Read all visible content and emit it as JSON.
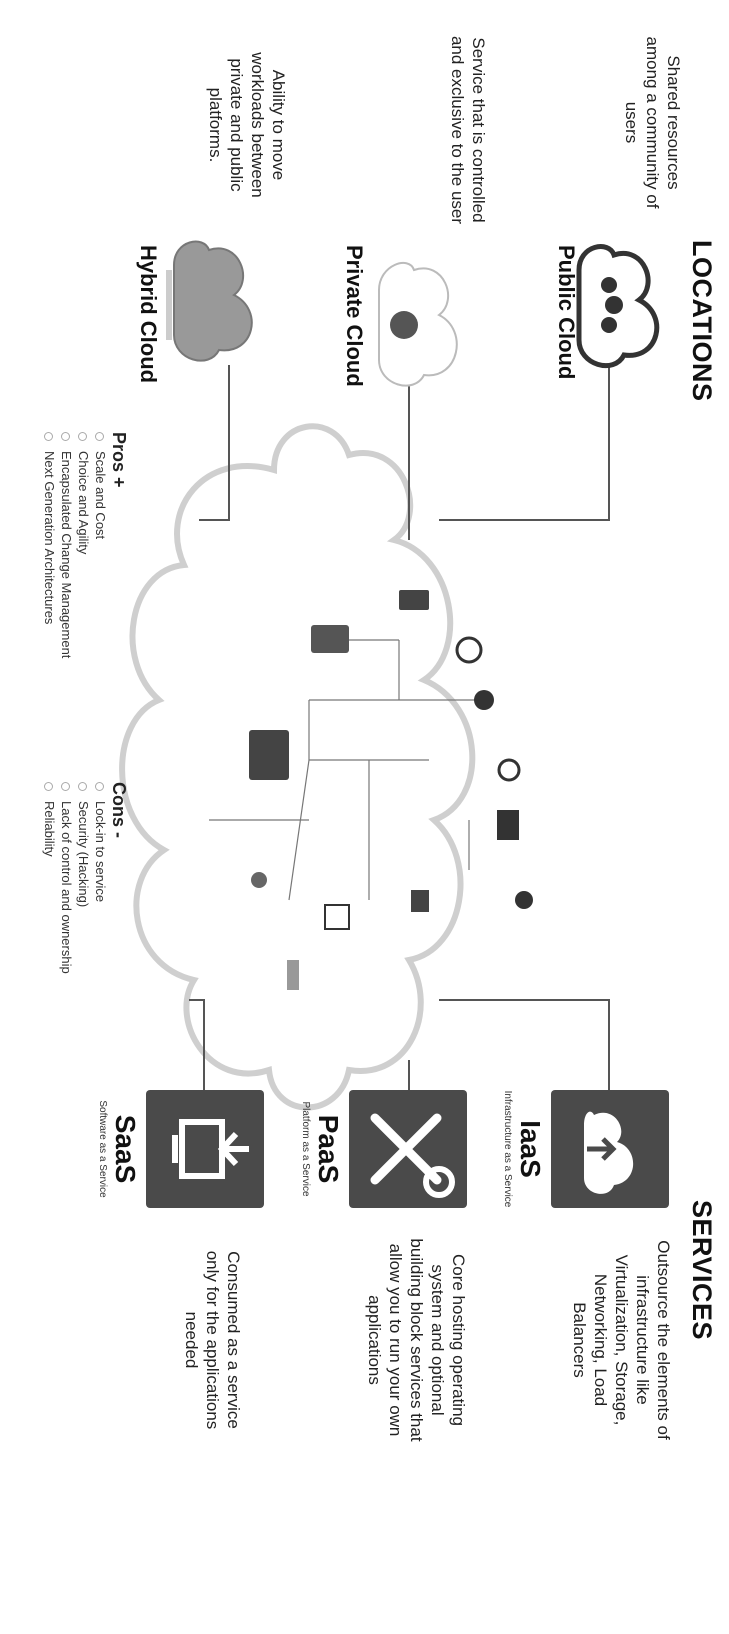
{
  "locations": {
    "heading": "LOCATIONS",
    "items": [
      {
        "title": "Public Cloud",
        "desc": "Shared resources among a community of users",
        "icon": "people-cloud-icon"
      },
      {
        "title": "Private Cloud",
        "desc": "Service that is controlled and exclusive to the user",
        "icon": "lock-cloud-icon"
      },
      {
        "title": "Hybrid Cloud",
        "desc": "Ability to move workloads between private and public platforms.",
        "icon": "hybrid-cloud-icon"
      }
    ]
  },
  "services": {
    "heading": "SERVICES",
    "items": [
      {
        "name": "IaaS",
        "sub": "Infrastructure as a Service",
        "desc": "Outsource the elements of infrastructure like Virtualization, Storage, Networking, Load Balancers",
        "icon": "cloud-upload-icon"
      },
      {
        "name": "PaaS",
        "sub": "Platform as a Service",
        "desc": "Core hosting operating system and optional building block services that allow you to run your own applications",
        "icon": "tools-icon"
      },
      {
        "name": "SaaS",
        "sub": "Software as a Service",
        "desc": "Consumed as a service only for the applications needed",
        "icon": "monitor-download-icon"
      }
    ]
  },
  "pros": {
    "title": "Pros +",
    "items": [
      "Scale and Cost",
      "Choice and Agility",
      "Encapsulated Change Management",
      "Next Generation Architectures"
    ]
  },
  "cons": {
    "title": "Cons -",
    "items": [
      "Lock-in to service",
      "Security (Hacking)",
      "Lack of control and ownership",
      "Reliability"
    ]
  },
  "colors": {
    "box": "#4a4a4a",
    "line": "#555555",
    "cloud_stroke": "#cfcfcf"
  }
}
